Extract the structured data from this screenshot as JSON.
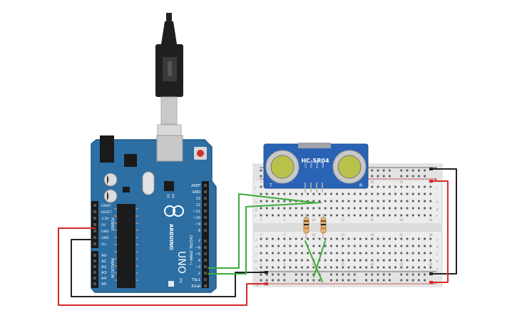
{
  "arduino": {
    "brand": "ARDUINO",
    "model": "UNO",
    "digital_header": "DIGITAL (PWM~)",
    "power_header": "POWER",
    "analog_header": "ANALOG IN",
    "left_pins": [
      "IOREF",
      "RESET",
      "3.3V",
      "5V",
      "GND",
      "GND",
      "Vin"
    ],
    "analog_pins": [
      "A0",
      "A1",
      "A2",
      "A3",
      "A4",
      "A5"
    ],
    "top_pins": [
      "AREF",
      "GND",
      "13",
      "12",
      "~11",
      "~10",
      "~9",
      "8"
    ],
    "lower_pins": [
      "7",
      "~6",
      "~5",
      "4",
      "~3",
      "2",
      "TX▸1",
      "RX◂0"
    ],
    "tx_label": "TX",
    "rx_label": "RX",
    "on_label": "ON",
    "l_label": "L"
  },
  "sensor": {
    "label": "HC-SR04",
    "pins": [
      "VCC",
      "TRIG",
      "ECHO",
      "GND"
    ],
    "t_label": "T",
    "r_label": "R"
  },
  "breadboard": {
    "rows_top": [
      "j",
      "i",
      "h",
      "g",
      "f"
    ],
    "rows_bottom": [
      "e",
      "d",
      "c",
      "b",
      "a"
    ],
    "columns": [
      "1",
      "",
      "",
      "",
      "5",
      "",
      "",
      "",
      "",
      "10",
      "",
      "",
      "",
      "",
      "15",
      "",
      "",
      "",
      "",
      "20",
      "",
      "",
      "",
      "",
      "25",
      "",
      "",
      "",
      "",
      "30"
    ],
    "rail_plus": "+",
    "rail_minus": "−"
  },
  "colors": {
    "board": "#2d6ea3",
    "board_dark": "#1d5a8a",
    "sensor_board": "#2a63b5",
    "wire_red": "#d42a2a",
    "wire_black": "#222222",
    "wire_green": "#3cab3c"
  }
}
